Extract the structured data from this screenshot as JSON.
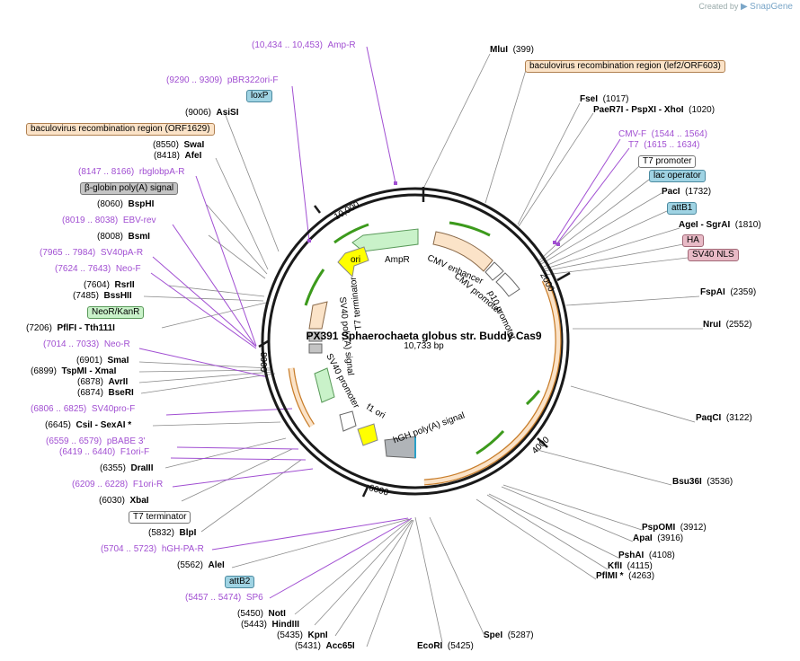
{
  "brand": {
    "created_by": "Created by",
    "name": "SnapGene"
  },
  "map": {
    "title": "PX391 Sphaerochaeta globus str. Buddy Cas9",
    "length": "10,733 bp"
  },
  "ticks": [
    "2000",
    "4000",
    "6000",
    "8000",
    "10,000"
  ],
  "inner_labels": {
    "cmv_enhancer": "CMV enhancer",
    "cmv_promoter": "CMV promoter",
    "p10_promoter": "p10 promoter",
    "ampr": "AmpR",
    "ori": "ori",
    "sv40_promoter": "SV40 promoter",
    "f1_ori": "f1 ori",
    "hgh_polya": "hGH poly(A) signal",
    "t7_terminator": "T7 terminator",
    "sv40_polya": "SV40 poly(A) signal"
  },
  "right_labels": [
    {
      "name": "MluI",
      "pos": "(399)"
    },
    {
      "feature": "baculovirus recombination region (lef2/ORF603)"
    },
    {
      "name": "FseI",
      "pos": "(1017)"
    },
    {
      "name": "PaeR7I  -  PspXI  -  XhoI",
      "pos": "(1020)"
    },
    {
      "primer": "CMV-F",
      "pos": "(1544 .. 1564)"
    },
    {
      "primer": "T7",
      "pos": "(1615 .. 1634)"
    },
    {
      "feature": "T7 promoter"
    },
    {
      "feature": "lac operator"
    },
    {
      "name": "PacI",
      "pos": "(1732)"
    },
    {
      "feature": "attB1"
    },
    {
      "name": "AgeI  -  SgrAI",
      "pos": "(1810)"
    },
    {
      "feature": "HA"
    },
    {
      "feature": "SV40 NLS"
    },
    {
      "name": "FspAI",
      "pos": "(2359)"
    },
    {
      "name": "NruI",
      "pos": "(2552)"
    },
    {
      "name": "PaqCI",
      "pos": "(3122)"
    },
    {
      "name": "Bsu36I",
      "pos": "(3536)"
    },
    {
      "name": "PspOMI",
      "pos": "(3912)"
    },
    {
      "name": "ApaI",
      "pos": "(3916)"
    },
    {
      "name": "PshAI",
      "pos": "(4108)"
    },
    {
      "name": "KflI",
      "pos": "(4115)"
    },
    {
      "name": "PflMI *",
      "pos": "(4263)"
    },
    {
      "name": "SpeI",
      "pos": "(5287)"
    },
    {
      "name": "EcoRI",
      "pos": "(5425)"
    }
  ],
  "left_labels": [
    {
      "primer": "Amp-R",
      "pos": "(10,434 .. 10,453)"
    },
    {
      "primer": "pBR322ori-F",
      "pos": "(9290 .. 9309)"
    },
    {
      "feature": "loxP"
    },
    {
      "name": "AsiSI",
      "pos": "(9006)"
    },
    {
      "feature": "baculovirus recombination region (ORF1629)"
    },
    {
      "name": "SwaI",
      "pos": "(8550)"
    },
    {
      "name": "AfeI",
      "pos": "(8418)"
    },
    {
      "primer": "rbglobpA-R",
      "pos": "(8147 .. 8166)"
    },
    {
      "feature": "β-globin poly(A) signal"
    },
    {
      "name": "BspHI",
      "pos": "(8060)"
    },
    {
      "primer": "EBV-rev",
      "pos": "(8019 .. 8038)"
    },
    {
      "name": "BsmI",
      "pos": "(8008)"
    },
    {
      "primer": "SV40pA-R",
      "pos": "(7965 .. 7984)"
    },
    {
      "primer": "Neo-F",
      "pos": "(7624 .. 7643)"
    },
    {
      "name": "RsrII",
      "pos": "(7604)"
    },
    {
      "name": "BssHII",
      "pos": "(7485)"
    },
    {
      "feature": "NeoR/KanR"
    },
    {
      "name": "PflFI  -  Tth111I",
      "pos": "(7206)"
    },
    {
      "primer": "Neo-R",
      "pos": "(7014 .. 7033)"
    },
    {
      "name": "SmaI",
      "pos": "(6901)"
    },
    {
      "name": "TspMI  -  XmaI",
      "pos": "(6899)"
    },
    {
      "name": "AvrII",
      "pos": "(6878)"
    },
    {
      "name": "BseRI",
      "pos": "(6874)"
    },
    {
      "primer": "SV40pro-F",
      "pos": "(6806 .. 6825)"
    },
    {
      "name": "CsiI  -  SexAI *",
      "pos": "(6645)"
    },
    {
      "primer": "pBABE 3'",
      "pos": "(6559 .. 6579)"
    },
    {
      "primer": "F1ori-F",
      "pos": "(6419 .. 6440)"
    },
    {
      "name": "DraIII",
      "pos": "(6355)"
    },
    {
      "primer": "F1ori-R",
      "pos": "(6209 .. 6228)"
    },
    {
      "name": "XbaI",
      "pos": "(6030)"
    },
    {
      "feature": "T7 terminator"
    },
    {
      "name": "BlpI",
      "pos": "(5832)"
    },
    {
      "primer": "hGH-PA-R",
      "pos": "(5704 .. 5723)"
    },
    {
      "name": "AleI",
      "pos": "(5562)"
    },
    {
      "feature": "attB2"
    },
    {
      "primer": "SP6",
      "pos": "(5457 .. 5474)"
    },
    {
      "name": "NotI",
      "pos": "(5450)"
    },
    {
      "name": "HindIII",
      "pos": "(5443)"
    },
    {
      "name": "KpnI",
      "pos": "(5435)"
    },
    {
      "name": "Acc65I",
      "pos": "(5431)"
    }
  ],
  "colors": {
    "primer": "#a14fd2",
    "backbone": "#1a1a1a",
    "orange": "#fbe3c8",
    "green": "#3c9a1c",
    "yellow": "#ffff00"
  }
}
